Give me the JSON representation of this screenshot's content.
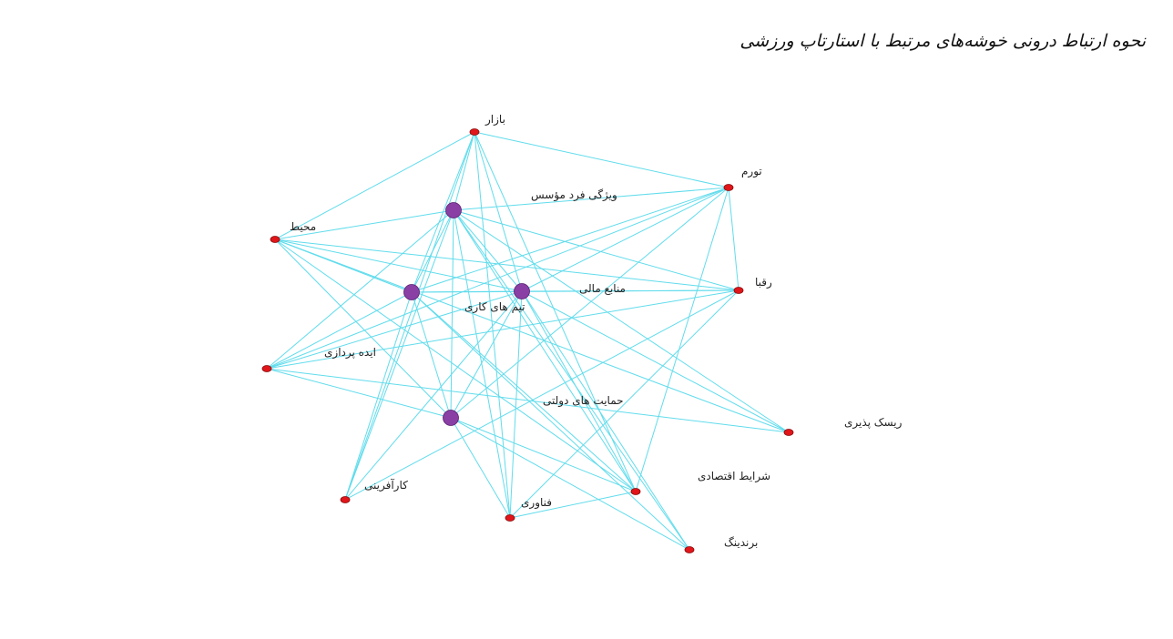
{
  "title": "نحوه ارتباط درونی خوشه‌های مرتبط با استارتاپ ورزشی",
  "colors": {
    "edge": "#61dcec",
    "minor_node": "#e0161a",
    "major_node": "#8a3fa5"
  },
  "nodes": [
    {
      "id": "bazar",
      "label": "بازار",
      "kind": "minor"
    },
    {
      "id": "tavarom",
      "label": "تورم",
      "kind": "minor"
    },
    {
      "id": "vijegi",
      "label": "ویژگی فرد مؤسس",
      "kind": "major"
    },
    {
      "id": "mohit",
      "label": "محیط",
      "kind": "minor"
    },
    {
      "id": "raghba",
      "label": "رقبا",
      "kind": "minor"
    },
    {
      "id": "teamha",
      "label": "تیم های کاری",
      "kind": "major"
    },
    {
      "id": "manabe",
      "label": "منابع مالی",
      "kind": "major"
    },
    {
      "id": "idea",
      "label": "ایده پردازی",
      "kind": "minor"
    },
    {
      "id": "hemayat",
      "label": "حمایت های دولتی",
      "kind": "major"
    },
    {
      "id": "risk",
      "label": "ریسک پذیری",
      "kind": "minor"
    },
    {
      "id": "sharayet",
      "label": "شرایط اقتصادی",
      "kind": "minor"
    },
    {
      "id": "karafarini",
      "label": "کارآفرینی",
      "kind": "minor"
    },
    {
      "id": "fanavari",
      "label": "فناوری",
      "kind": "minor"
    },
    {
      "id": "branding",
      "label": "برندینگ",
      "kind": "minor"
    }
  ],
  "edges": [
    [
      "bazar",
      "tavarom"
    ],
    [
      "bazar",
      "mohit"
    ],
    [
      "bazar",
      "vijegi"
    ],
    [
      "bazar",
      "teamha"
    ],
    [
      "bazar",
      "manabe"
    ],
    [
      "bazar",
      "karafarini"
    ],
    [
      "bazar",
      "fanavari"
    ],
    [
      "bazar",
      "sharayet"
    ],
    [
      "tavarom",
      "vijegi"
    ],
    [
      "tavarom",
      "teamha"
    ],
    [
      "tavarom",
      "manabe"
    ],
    [
      "tavarom",
      "idea"
    ],
    [
      "tavarom",
      "hemayat"
    ],
    [
      "tavarom",
      "sharayet"
    ],
    [
      "tavarom",
      "raghba"
    ],
    [
      "vijegi",
      "mohit"
    ],
    [
      "vijegi",
      "teamha"
    ],
    [
      "vijegi",
      "manabe"
    ],
    [
      "vijegi",
      "idea"
    ],
    [
      "vijegi",
      "hemayat"
    ],
    [
      "vijegi",
      "karafarini"
    ],
    [
      "vijegi",
      "fanavari"
    ],
    [
      "vijegi",
      "sharayet"
    ],
    [
      "vijegi",
      "branding"
    ],
    [
      "vijegi",
      "raghba"
    ],
    [
      "vijegi",
      "risk"
    ],
    [
      "mohit",
      "teamha"
    ],
    [
      "mohit",
      "manabe"
    ],
    [
      "mohit",
      "raghba"
    ],
    [
      "mohit",
      "hemayat"
    ],
    [
      "mohit",
      "sharayet"
    ],
    [
      "mohit",
      "risk"
    ],
    [
      "raghba",
      "teamha"
    ],
    [
      "raghba",
      "manabe"
    ],
    [
      "raghba",
      "idea"
    ],
    [
      "raghba",
      "karafarini"
    ],
    [
      "raghba",
      "fanavari"
    ],
    [
      "teamha",
      "manabe"
    ],
    [
      "teamha",
      "idea"
    ],
    [
      "teamha",
      "hemayat"
    ],
    [
      "teamha",
      "karafarini"
    ],
    [
      "teamha",
      "sharayet"
    ],
    [
      "teamha",
      "branding"
    ],
    [
      "manabe",
      "idea"
    ],
    [
      "manabe",
      "hemayat"
    ],
    [
      "manabe",
      "karafarini"
    ],
    [
      "manabe",
      "fanavari"
    ],
    [
      "manabe",
      "sharayet"
    ],
    [
      "manabe",
      "branding"
    ],
    [
      "manabe",
      "risk"
    ],
    [
      "idea",
      "hemayat"
    ],
    [
      "idea",
      "risk"
    ],
    [
      "hemayat",
      "fanavari"
    ],
    [
      "hemayat",
      "sharayet"
    ],
    [
      "hemayat",
      "branding"
    ],
    [
      "fanavari",
      "sharayet"
    ]
  ]
}
